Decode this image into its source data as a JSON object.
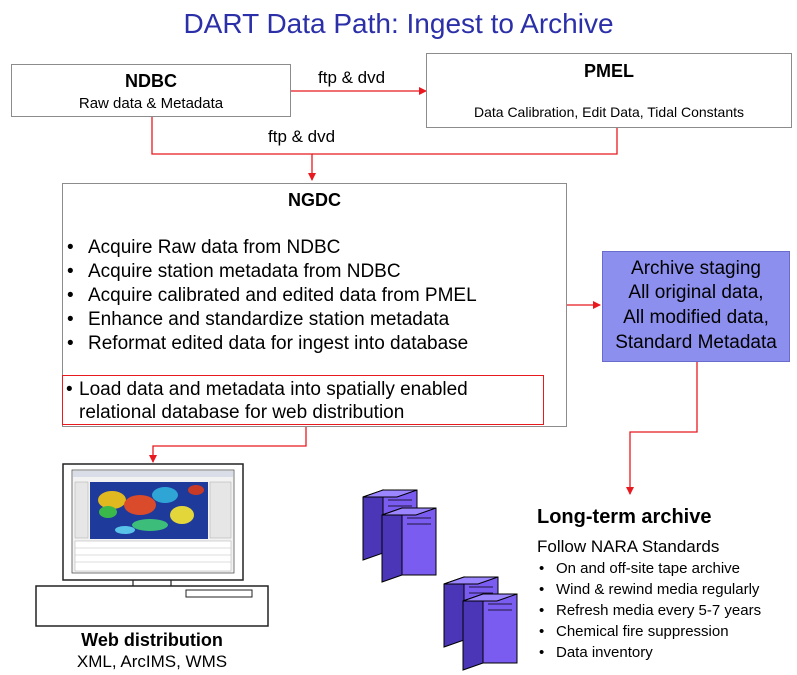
{
  "title": "DART Data Path: Ingest to Archive",
  "ndbc": {
    "name": "NDBC",
    "subtitle": "Raw data & Metadata"
  },
  "pmel": {
    "name": "PMEL",
    "subtitle": "Data Calibration, Edit Data, Tidal Constants"
  },
  "ftp_label_top": "ftp & dvd",
  "ftp_label_bottom": "ftp & dvd",
  "ngdc": {
    "name": "NGDC",
    "items": [
      "Acquire Raw data from NDBC",
      "Acquire station metadata from NDBC",
      "Acquire calibrated and edited data from PMEL",
      "Enhance and standardize station metadata",
      "Reformat edited data for ingest into database",
      "Load data and metadata into spatially enabled",
      "relational database for web distribution"
    ]
  },
  "staging": {
    "lines": [
      "Archive staging",
      "All original data,",
      "All modified data,",
      "Standard Metadata"
    ]
  },
  "web": {
    "title": "Web distribution",
    "subtitle": "XML, ArcIMS, WMS"
  },
  "archive": {
    "title": "Long-term archive",
    "subtitle": "Follow NARA Standards",
    "items": [
      "On and off-site tape archive",
      "Wind & rewind media regularly",
      "Refresh media every 5-7 years",
      "Chemical fire suppression",
      "Data inventory"
    ]
  },
  "colors": {
    "title": "#2b2fa8",
    "arrow": "#e8191f",
    "staging_fill": "#8d8fee",
    "server_fill": "#7b5cf0"
  }
}
